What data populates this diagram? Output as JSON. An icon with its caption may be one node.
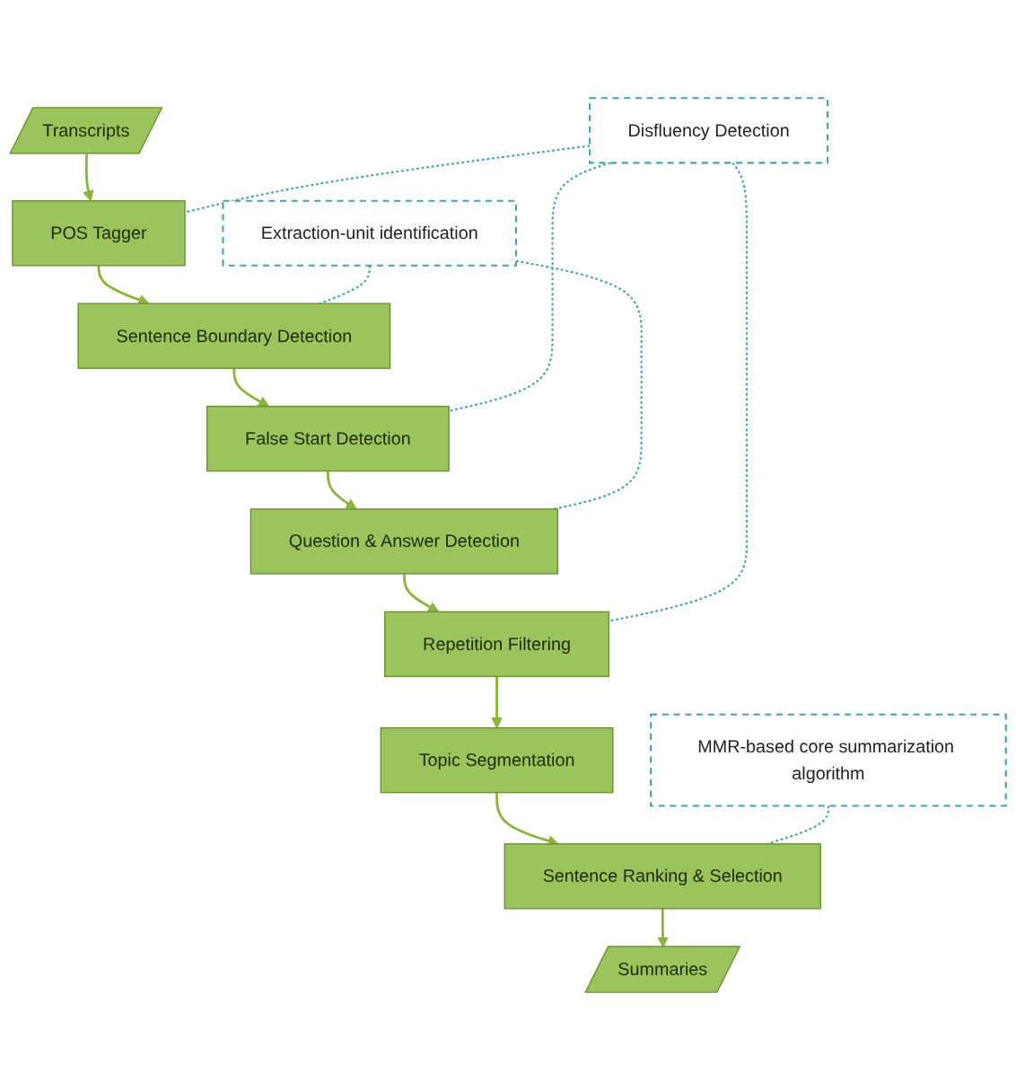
{
  "diagram": {
    "nodes": [
      {
        "text": [
          "Transcripts"
        ]
      },
      {
        "text": [
          "POS Tagger"
        ]
      },
      {
        "text": [
          "Sentence Boundary Detection"
        ]
      },
      {
        "text": [
          "False Start Detection"
        ]
      },
      {
        "text": [
          "Question & Answer Detection"
        ]
      },
      {
        "text": [
          "Repetition Filtering"
        ]
      },
      {
        "text": [
          "Topic Segmentation"
        ]
      },
      {
        "text": [
          "Sentence Ranking & Selection"
        ]
      },
      {
        "text": [
          "Summaries"
        ]
      },
      {
        "text": [
          "Disfluency Detection"
        ]
      },
      {
        "text": [
          "Extraction-unit identification"
        ]
      },
      {
        "text": [
          "MMR-based core summarization algorithm"
        ]
      }
    ],
    "edges": [
      {
        "from": 0,
        "to": 1,
        "arrow": "to"
      },
      {
        "from": 1,
        "to": 2,
        "arrow": "to"
      },
      {
        "from": 2,
        "to": 3,
        "arrow": "to"
      },
      {
        "from": 3,
        "to": 4,
        "arrow": "to"
      },
      {
        "from": 4,
        "to": 5,
        "arrow": "to"
      },
      {
        "from": 5,
        "to": 6,
        "arrow": "to"
      },
      {
        "from": 6,
        "to": 7,
        "arrow": "to"
      },
      {
        "from": 7,
        "to": 8,
        "arrow": "to"
      },
      {
        "from": 9,
        "to": 1,
        "arrow": "none",
        "style": "dashed",
        "color": "#4a9fae"
      },
      {
        "from": 9,
        "to": 3,
        "arrow": "none",
        "style": "dashed",
        "color": "#4a9fae"
      },
      {
        "from": 9,
        "to": 5,
        "arrow": "none",
        "style": "dashed",
        "color": "#4a9fae"
      },
      {
        "from": 10,
        "to": 2,
        "arrow": "none",
        "style": "dashed",
        "color": "#4a9fae"
      },
      {
        "from": 10,
        "to": 4,
        "arrow": "none",
        "style": "dashed",
        "color": "#4a9fae"
      },
      {
        "from": 11,
        "to": 7,
        "arrow": "none",
        "style": "dashed",
        "color": "#4a9fae"
      }
    ]
  }
}
